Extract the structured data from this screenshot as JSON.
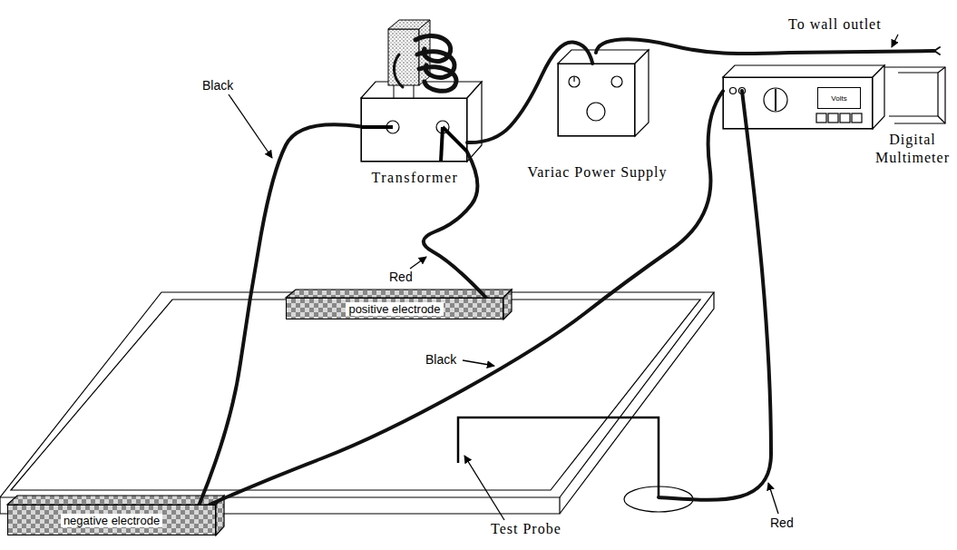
{
  "diagram": {
    "nodes": [
      {
        "text": [
          "Transformer"
        ]
      },
      {
        "text": [
          "Variac Power Supply"
        ]
      },
      {
        "text": [
          "Digital Multimeter"
        ]
      },
      {
        "text": [
          "Volts"
        ],
        "in": 2
      },
      {
        "text": [
          "positive electrode"
        ]
      },
      {
        "text": [
          "negative electrode"
        ]
      }
    ],
    "edges": [
      {
        "from": 0,
        "to": 1,
        "arrow": "none"
      },
      {
        "from": 0,
        "to": 4,
        "arrow": "none"
      },
      {
        "from": 0,
        "to": 5,
        "arrow": "none"
      },
      {
        "from": 2,
        "to": 5,
        "arrow": "none"
      }
    ],
    "labels": [
      "Black",
      "Red",
      "Black",
      "Red",
      "Test Probe",
      "To wall outlet"
    ]
  }
}
